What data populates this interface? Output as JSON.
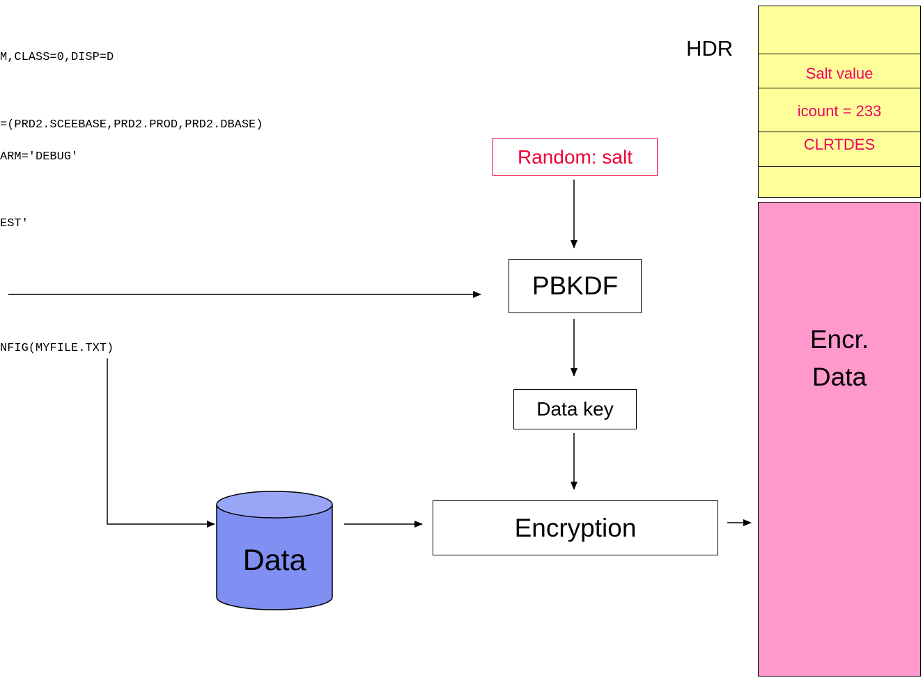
{
  "code_lines": [
    "M,CLASS=0,DISP=D",
    "=(PRD2.SCEEBASE,PRD2.PROD,PRD2.DBASE)",
    "ARM='DEBUG'",
    "EST'",
    "NFIG(MYFILE.TXT)"
  ],
  "nodes": {
    "random_salt": "Random: salt",
    "pbkdf": "PBKDF",
    "data_key": "Data key",
    "encryption": "Encryption",
    "data_store": "Data"
  },
  "header": {
    "label": "HDR",
    "fields": [
      "Salt value",
      "icount = 233",
      "CLRTDES"
    ]
  },
  "encrypted": {
    "line1": "Encr.",
    "line2": "Data"
  },
  "colors": {
    "header_fill": "#ffff99",
    "header_text": "#ee0066",
    "encrypted_fill": "#ff99cc",
    "cylinder_fill": "#7f8ff2",
    "random_border": "#ee0033",
    "random_text": "#ee0033"
  }
}
